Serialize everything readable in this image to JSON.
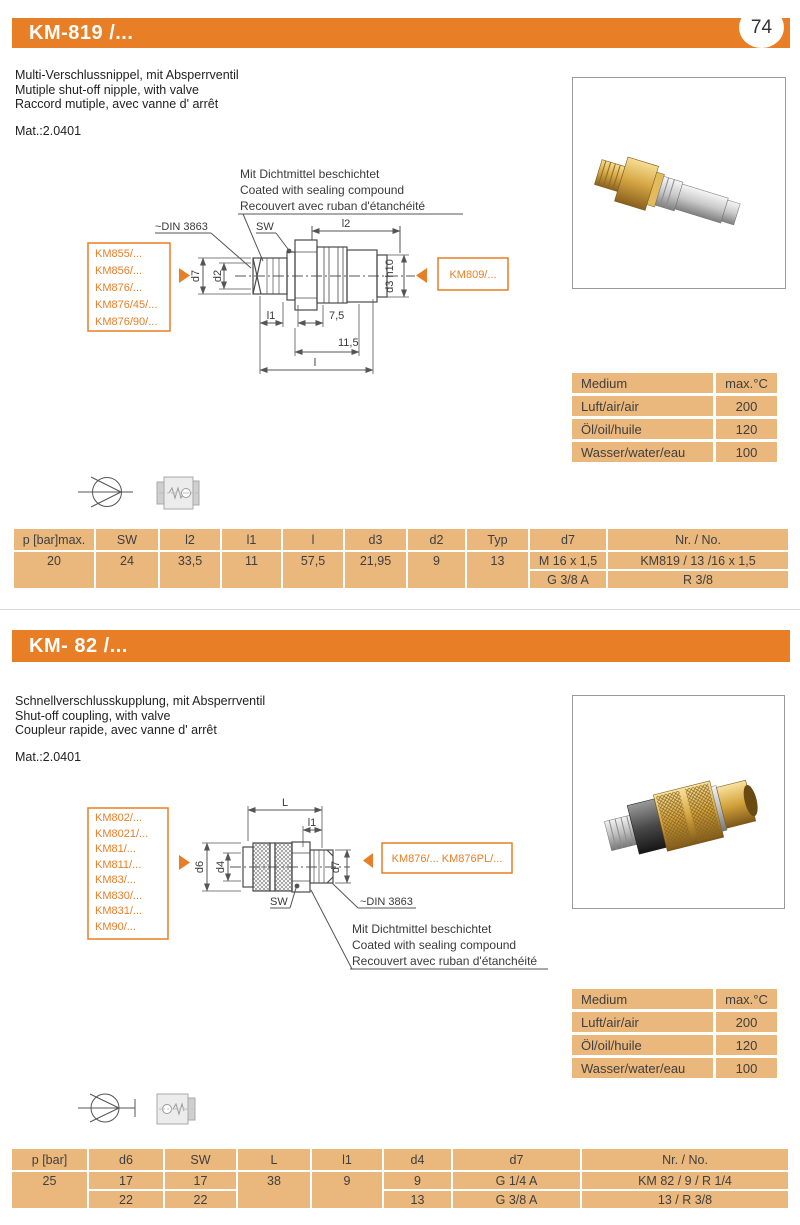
{
  "page_number": "74",
  "s1": {
    "title": "KM-819 /...",
    "desc": [
      "Multi-Verschlussnippel, mit Absperrventil",
      "Mutiple shut-off nipple, with valve",
      "Raccord mutiple, avec vanne d' arrêt"
    ],
    "material": "Mat.:2.0401",
    "seal_note": [
      "Mit Dichtmittel beschichtet",
      "Coated with sealing compound",
      "Recouvert avec ruban d'étanchéité"
    ],
    "din_label": "~DIN 3863",
    "dims": {
      "sw": "SW",
      "l2": "l2",
      "d7": "d7",
      "d2": "d2",
      "d3": "d3 h10",
      "l1": "l1",
      "seven5": "7,5",
      "eleven5": "11,5",
      "l": "l"
    },
    "left_refs": [
      "KM855/...",
      "KM856/...",
      "KM876/...",
      "KM876/45/...",
      "KM876/90/..."
    ],
    "right_ref": "KM809/...",
    "medium": {
      "h1": "Medium",
      "h2": "max.°C",
      "rows": [
        [
          "Luft/air/air",
          "200"
        ],
        [
          "Öl/oil/huile",
          "120"
        ],
        [
          "Wasser/water/eau",
          "100"
        ]
      ]
    },
    "table": {
      "headers": [
        "p [bar]max.",
        "SW",
        "l2",
        "l1",
        "l",
        "d3",
        "d2",
        "Typ",
        "d7",
        "Nr. / No."
      ],
      "r1": [
        "20",
        "24",
        "33,5",
        "11",
        "57,5",
        "21,95",
        "9",
        "13",
        "M 16 x 1,5",
        "KM819 / 13 /16 x 1,5"
      ],
      "r2": [
        "G 3/8 A",
        "R 3/8"
      ]
    }
  },
  "s2": {
    "title": "KM- 82 /...",
    "desc": [
      "Schnellverschlusskupplung, mit Absperrventil",
      "Shut-off coupling, with valve",
      "Coupleur rapide, avec vanne d' arrêt"
    ],
    "material": "Mat.:2.0401",
    "seal_note": [
      "Mit Dichtmittel beschichtet",
      "Coated with sealing compound",
      "Recouvert avec ruban d'étanchéité"
    ],
    "din_label": "~DIN 3863",
    "dims": {
      "L": "L",
      "l1": "l1",
      "d6": "d6",
      "d4": "d4",
      "d7": "d7",
      "sw": "SW"
    },
    "left_refs": [
      "KM802/...",
      "KM8021/...",
      "KM81/...",
      "KM811/...",
      "KM83/...",
      "KM830/...",
      "KM831/...",
      "KM90/..."
    ],
    "right_ref": "KM876/... KM876PL/...",
    "medium": {
      "h1": "Medium",
      "h2": "max.°C",
      "rows": [
        [
          "Luft/air/air",
          "200"
        ],
        [
          "Öl/oil/huile",
          "120"
        ],
        [
          "Wasser/water/eau",
          "100"
        ]
      ]
    },
    "table": {
      "headers": [
        "p [bar]",
        "d6",
        "SW",
        "L",
        "l1",
        "d4",
        "d7",
        "Nr. / No."
      ],
      "r1": [
        "25",
        "17",
        "17",
        "38",
        "9",
        "9",
        "G 1/4 A",
        "KM 82 / 9 / R 1/4"
      ],
      "r2": [
        "22",
        "22",
        "13",
        "G 3/8 A",
        "13 / R 3/8"
      ]
    }
  }
}
